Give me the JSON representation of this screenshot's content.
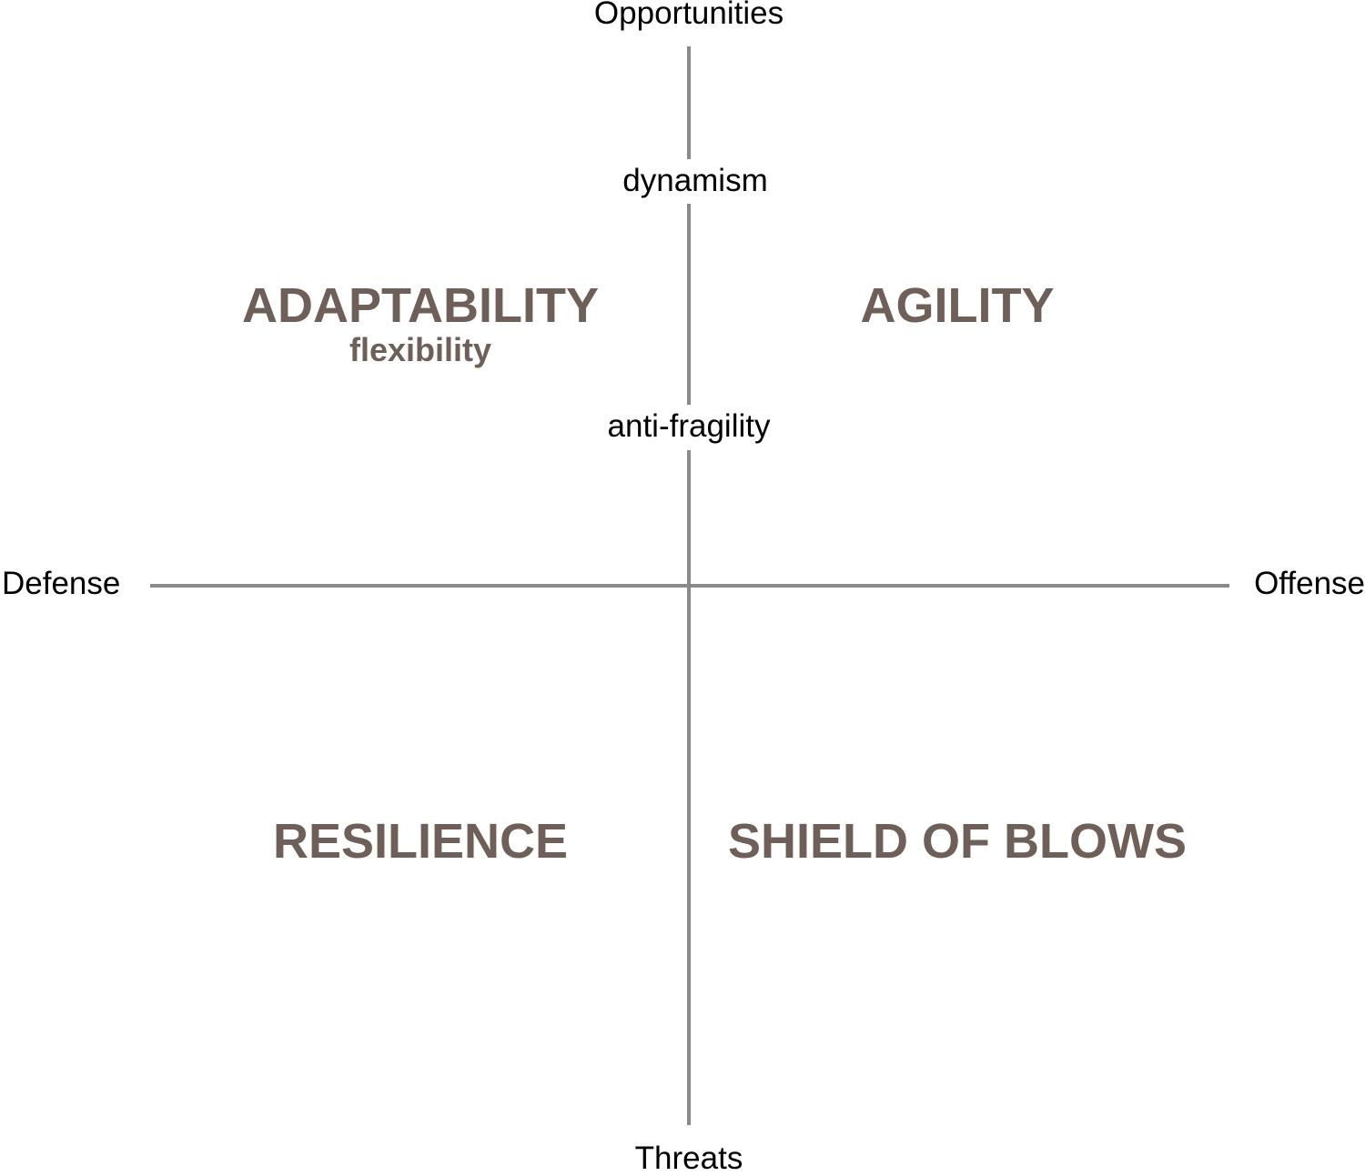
{
  "axes": {
    "top": "Opportunities",
    "bottom": "Threats",
    "left": "Defense",
    "right": "Offense",
    "upper_labels": [
      "dynamism",
      "anti-fragility"
    ]
  },
  "quadrants": {
    "top_left": {
      "title": "ADAPTABILITY",
      "subtitle": "flexibility"
    },
    "top_right": {
      "title": "AGILITY"
    },
    "bottom_left": {
      "title": "RESILIENCE"
    },
    "bottom_right": {
      "title": "SHIELD OF BLOWS"
    }
  },
  "colors": {
    "axis_line": "#8a8a8a",
    "quadrant_text": "#6e6059",
    "axis_text": "#000000"
  }
}
